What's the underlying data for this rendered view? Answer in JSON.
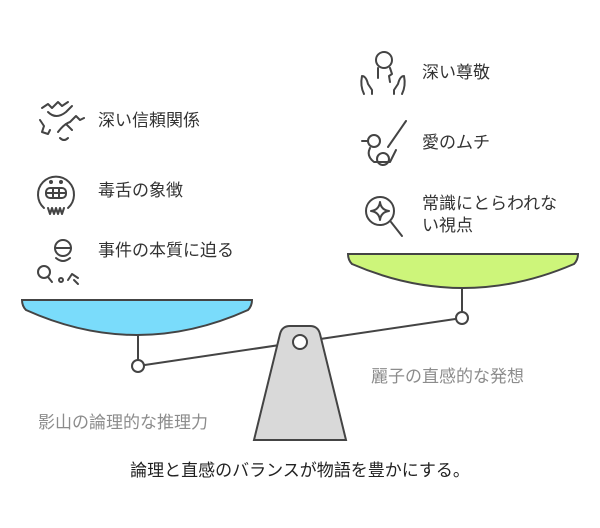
{
  "left_items": [
    {
      "icon": "handshake-icon",
      "label": "深い信頼関係"
    },
    {
      "icon": "grimace-face-icon",
      "label": "毒舌の象徴"
    },
    {
      "icon": "detective-icon",
      "label": "事件の本質に迫る"
    }
  ],
  "right_items": [
    {
      "icon": "respect-hands-icon",
      "label": "深い尊敬"
    },
    {
      "icon": "bird-whip-icon",
      "label": "愛のムチ"
    },
    {
      "icon": "sparkle-search-icon",
      "label": "常識にとらわれない視点"
    }
  ],
  "left_pan_label": "影山の論理的な推理力",
  "right_pan_label": "麗子の直感的な発想",
  "caption": "論理と直感のバランスが物語を豊かにする。",
  "colors": {
    "left_pan": "#7adcfb",
    "right_pan": "#cdf57a",
    "fulcrum": "#d9d9d9",
    "stroke": "#444444"
  }
}
